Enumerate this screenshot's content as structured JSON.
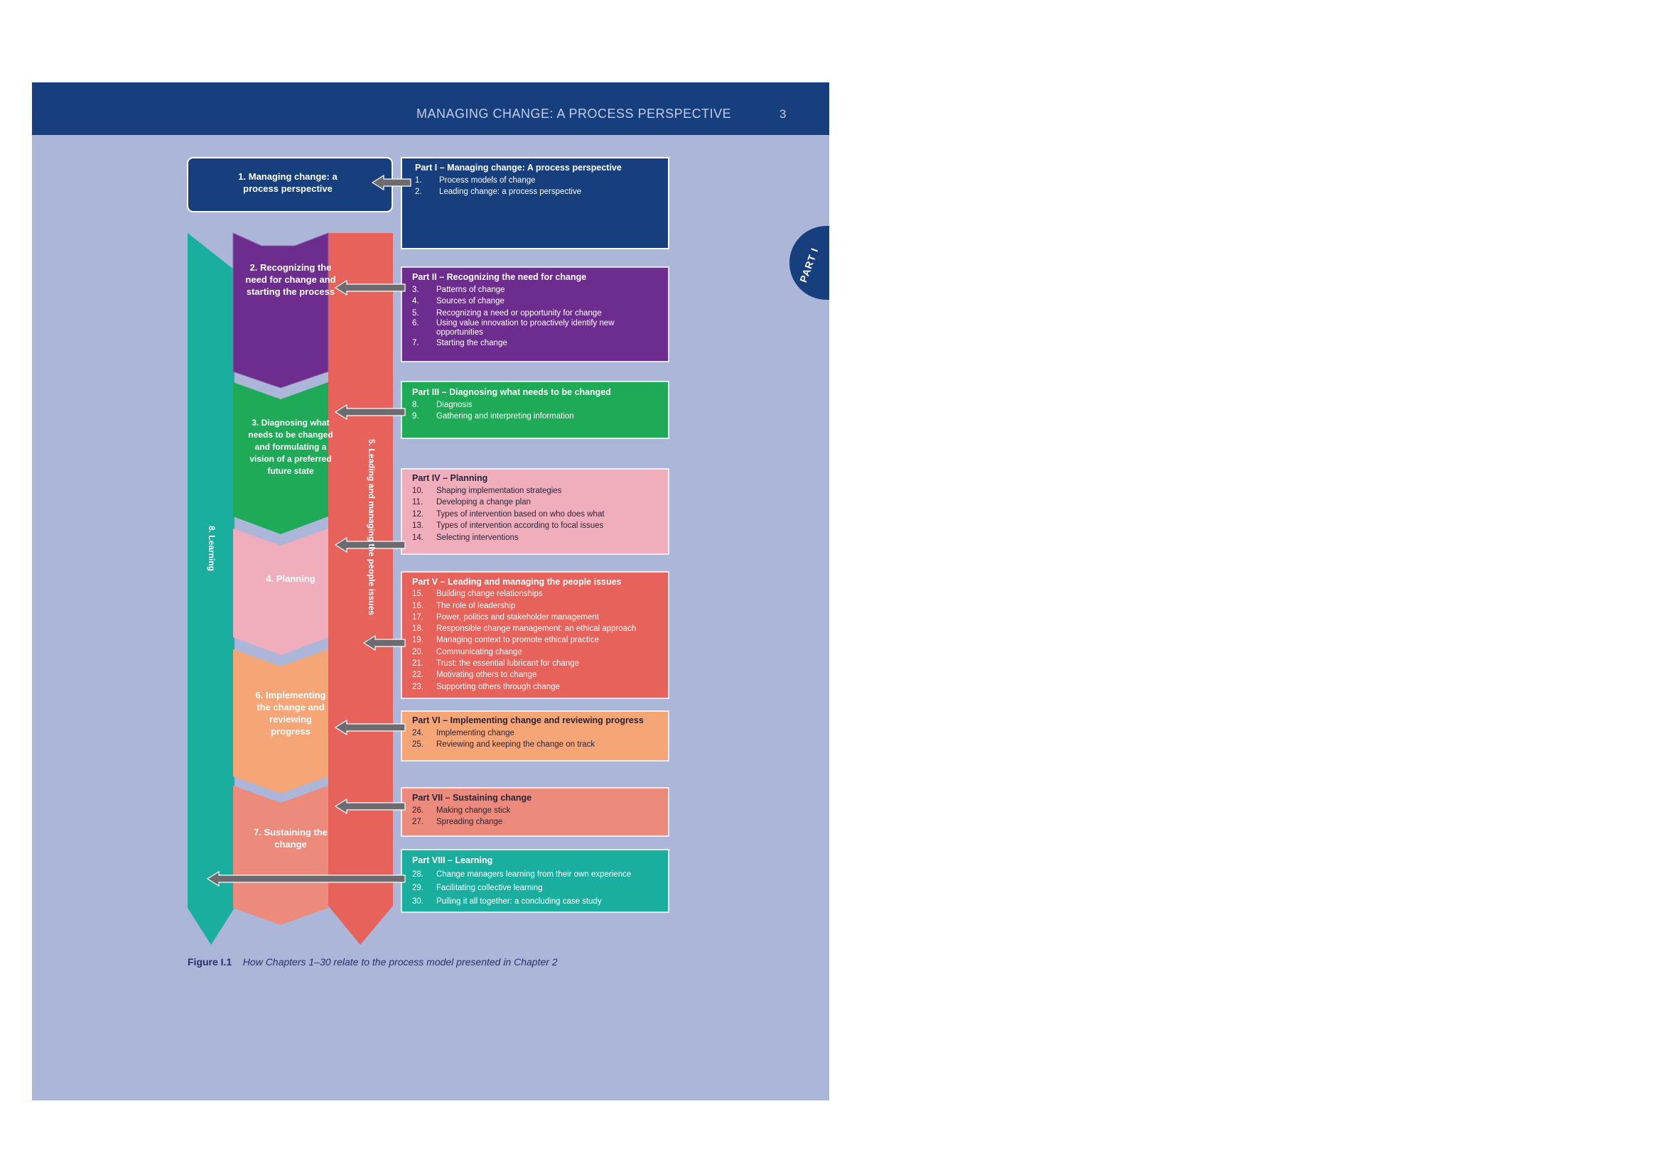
{
  "header": {
    "title": "MANAGING CHANGE: A PROCESS PERSPECTIVE",
    "page_number": "3"
  },
  "part_tab": {
    "label": "PART I"
  },
  "colors": {
    "navy": "#173f7e",
    "purple": "#6d2d8e",
    "green": "#1faa57",
    "pink": "#f0aebd",
    "red": "#e6625a",
    "orange": "#f6a577",
    "salmon": "#ec8a7b",
    "teal": "#1aae9f",
    "background": "#abb6d8"
  },
  "stages": {
    "s1": "1. Managing change: a process perspective",
    "s2": "2. Recognizing the need for change and starting the process",
    "s3": "3. Diagnosing what needs to be changed and formulating a vision of a preferred future state",
    "s4": "4. Planning",
    "s5": "5. Leading and managing the people issues",
    "s6": "6. Implementing the change and reviewing progress",
    "s7": "7. Sustaining the change",
    "s8": "8. Learning"
  },
  "parts": [
    {
      "title": "Part I – Managing change: A process perspective",
      "items": [
        {
          "n": "1.",
          "t": "Process models of change"
        },
        {
          "n": "2.",
          "t": "Leading change: a process perspective"
        }
      ]
    },
    {
      "title": "Part II – Recognizing the need for change",
      "items": [
        {
          "n": "3.",
          "t": "Patterns of change"
        },
        {
          "n": "4.",
          "t": "Sources of change"
        },
        {
          "n": "5.",
          "t": "Recognizing a need or opportunity for change"
        },
        {
          "n": "6.",
          "t": "Using value innovation to proactively identify new opportunities"
        },
        {
          "n": "7.",
          "t": "Starting the change"
        }
      ]
    },
    {
      "title": "Part III – Diagnosing what needs to be changed",
      "items": [
        {
          "n": "8.",
          "t": "Diagnosis"
        },
        {
          "n": "9.",
          "t": "Gathering and interpreting information"
        }
      ]
    },
    {
      "title": "Part IV – Planning",
      "items": [
        {
          "n": "10.",
          "t": "Shaping implementation strategies"
        },
        {
          "n": "11.",
          "t": "Developing a change plan"
        },
        {
          "n": "12.",
          "t": "Types of intervention based on who does what"
        },
        {
          "n": "13.",
          "t": "Types of intervention according to focal issues"
        },
        {
          "n": "14.",
          "t": "Selecting interventions"
        }
      ]
    },
    {
      "title": "Part V – Leading and managing the people issues",
      "items": [
        {
          "n": "15.",
          "t": "Building change relationships"
        },
        {
          "n": "16.",
          "t": "The role of leadership"
        },
        {
          "n": "17.",
          "t": "Power, politics and stakeholder management"
        },
        {
          "n": "18.",
          "t": "Responsible change management: an ethical approach"
        },
        {
          "n": "19.",
          "t": "Managing context to promote ethical practice"
        },
        {
          "n": "20.",
          "t": "Communicating change"
        },
        {
          "n": "21.",
          "t": "Trust: the essential lubricant for change"
        },
        {
          "n": "22.",
          "t": "Motivating others to change"
        },
        {
          "n": "23.",
          "t": "Supporting others through change"
        }
      ]
    },
    {
      "title": "Part VI – Implementing change and reviewing progress",
      "items": [
        {
          "n": "24.",
          "t": "Implementing change"
        },
        {
          "n": "25.",
          "t": "Reviewing and keeping the change on track"
        }
      ]
    },
    {
      "title": "Part VII – Sustaining change",
      "items": [
        {
          "n": "26.",
          "t": "Making change stick"
        },
        {
          "n": "27.",
          "t": "Spreading change"
        }
      ]
    },
    {
      "title": "Part VIII – Learning",
      "items": [
        {
          "n": "28.",
          "t": "Change managers learning from their own experience"
        },
        {
          "n": "29.",
          "t": "Facilitating collective learning"
        },
        {
          "n": "30.",
          "t": "Pulling it all together: a concluding case study"
        }
      ]
    }
  ],
  "caption": {
    "label": "Figure I.1",
    "text": "How Chapters 1–30 relate to the process model presented in Chapter 2"
  }
}
